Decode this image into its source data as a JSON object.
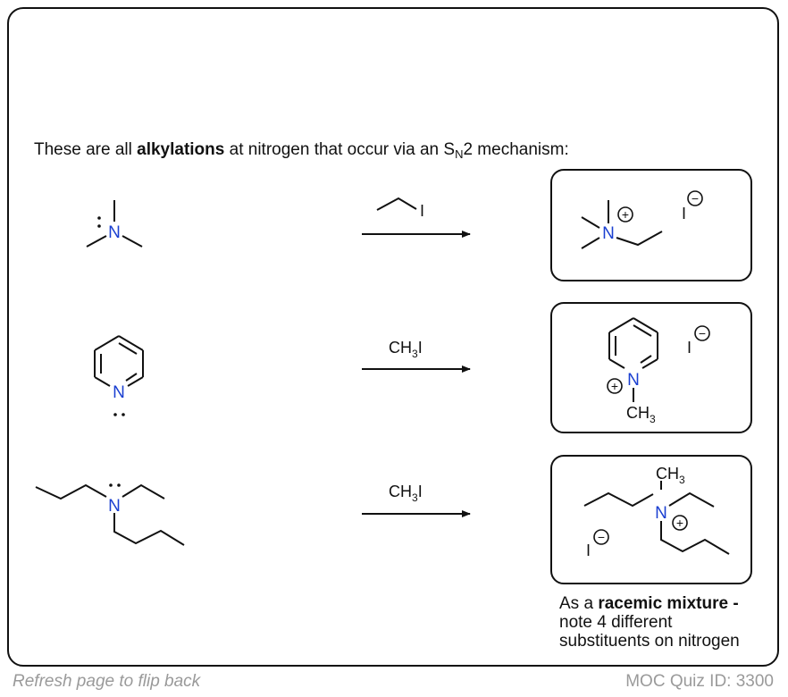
{
  "headline": {
    "lead": "These are all ",
    "bold": "alkylations",
    "rest": " at nitrogen that occur via an S",
    "sub": "N",
    "tail": "2 mechanism:"
  },
  "atoms": {
    "nitrogen": "N",
    "iodine": "I",
    "methyl_C": "CH",
    "methyl_sub": "3"
  },
  "charges": {
    "plus": "+",
    "minus": "−"
  },
  "reagents": {
    "row1_iodine": "I",
    "row2": {
      "main": "CH",
      "sub": "3",
      "tail": "I"
    },
    "row3": {
      "main": "CH",
      "sub": "3",
      "tail": "I"
    }
  },
  "note": {
    "lead": "As a ",
    "bold": "racemic mixture -",
    "line2": "note 4 different",
    "line3": "substituents on nitrogen"
  },
  "footer": {
    "left": "Refresh page to flip back",
    "right": "MOC Quiz ID: 3300"
  },
  "colors": {
    "nitrogen": "#1a3fd1",
    "bond": "#111111",
    "footer": "#9a9a9a"
  }
}
